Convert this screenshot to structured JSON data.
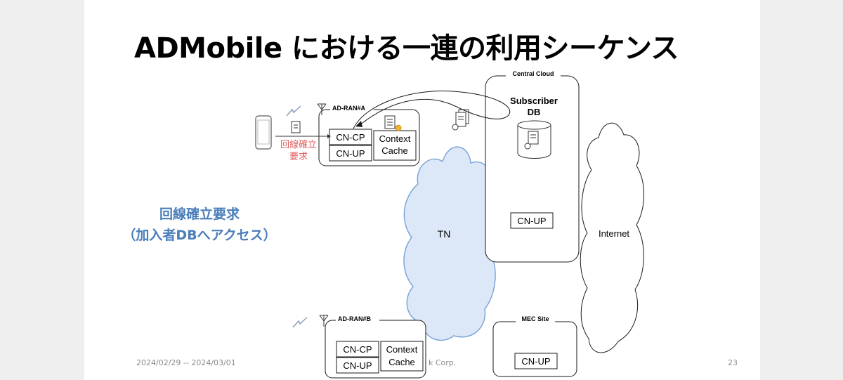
{
  "slide_title": "ADMobile における一連の利用シーケンス",
  "note": {
    "line1": "回線確立要求",
    "line2": "（加入者DBへアクセス）"
  },
  "request_label": {
    "line1": "回線確立",
    "line2": "要求"
  },
  "ad_ran_a": {
    "title": "AD-RAN#A",
    "cn_cp": "CN-CP",
    "cn_up": "CN-UP",
    "context_cache": [
      "Context",
      "Cache"
    ]
  },
  "ad_ran_b": {
    "title": "AD-RAN#B",
    "cn_cp": "CN-CP",
    "cn_up": "CN-UP",
    "context_cache": [
      "Context",
      "Cache"
    ]
  },
  "central_cloud": {
    "title": "Central Cloud",
    "subscriber_db": [
      "Subscriber",
      "DB"
    ],
    "cn_up": "CN-UP"
  },
  "tn_label": "TN",
  "internet_label": "Internet",
  "mec_site": {
    "title": "MEC Site",
    "cn_up": "CN-UP"
  },
  "footer": {
    "date": "2024/02/29 -- 2024/03/01",
    "org_fragment": "k Corp.",
    "page_number": "23"
  },
  "colors": {
    "tn_fill": "#dce8f7",
    "tn_stroke": "#7ea6d8",
    "note_blue": "#4a7ebb",
    "request_red": "#e05a5a",
    "cache_badge": "#f2b134"
  }
}
